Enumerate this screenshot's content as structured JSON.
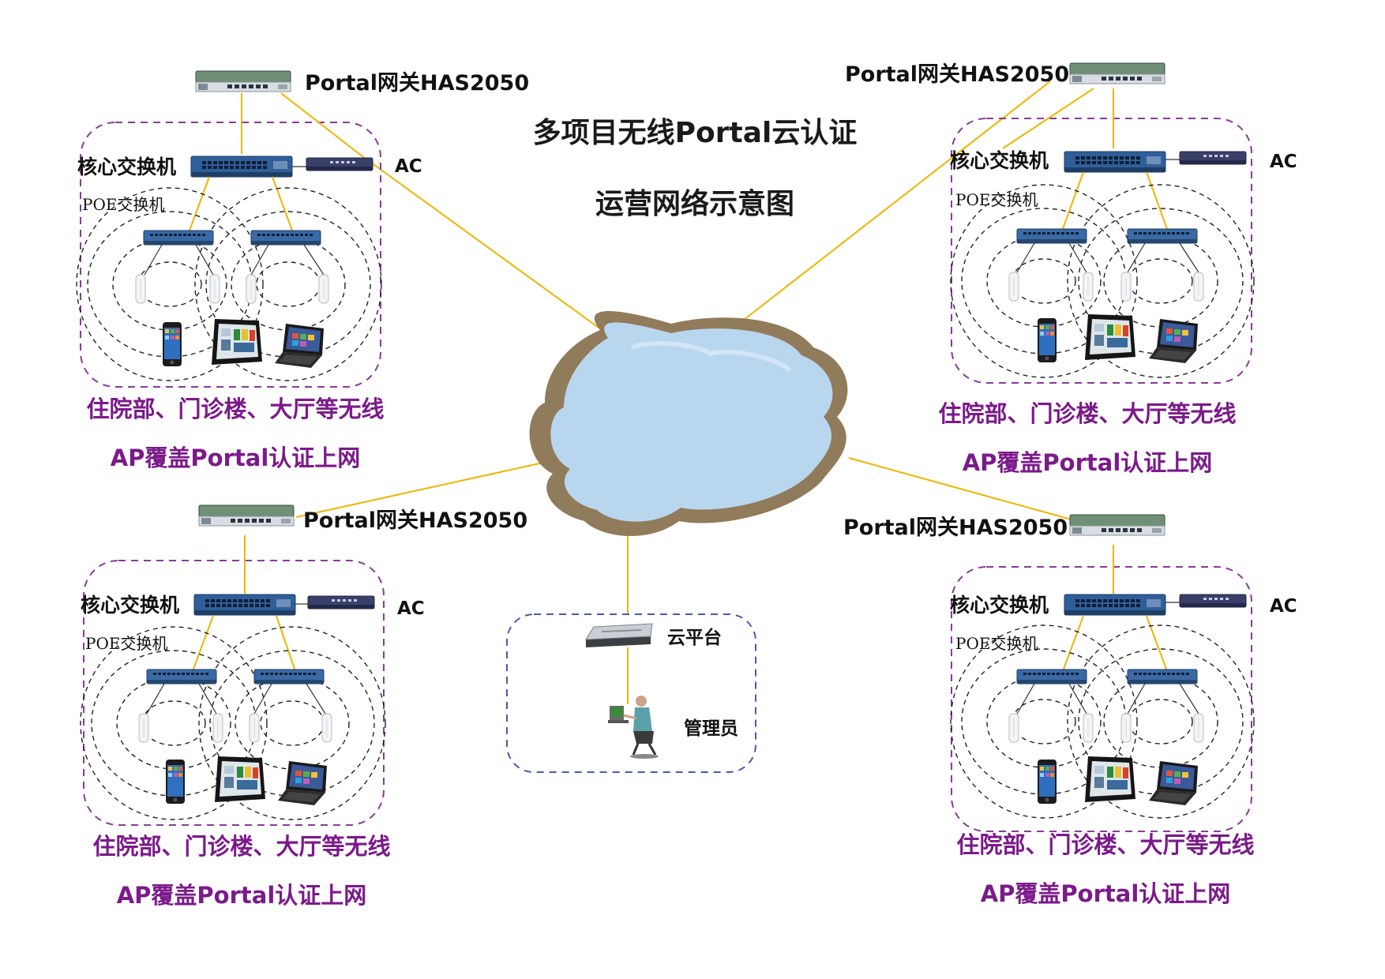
{
  "title": {
    "line1": "多项目无线Portal云认证",
    "line2": "运营网络示意图"
  },
  "sites": [
    {
      "gateway_label": "Portal网关HAS2050",
      "core_label": "核心交换机",
      "poe_label": "POE交换机",
      "ac_label": "AC",
      "caption_line1": "住院部、门诊楼、大厅等无线",
      "caption_line2": "AP覆盖Portal认证上网"
    },
    {
      "gateway_label": "Portal网关HAS2050",
      "core_label": "核心交换机",
      "poe_label": "POE交换机",
      "ac_label": "AC",
      "caption_line1": "住院部、门诊楼、大厅等无线",
      "caption_line2": "AP覆盖Portal认证上网"
    },
    {
      "gateway_label": "Portal网关HAS2050",
      "core_label": "核心交换机",
      "poe_label": "POE交换机",
      "ac_label": "AC",
      "caption_line1": "住院部、门诊楼、大厅等无线",
      "caption_line2": "AP覆盖Portal认证上网"
    },
    {
      "gateway_label": "Portal网关HAS2050",
      "core_label": "核心交换机",
      "poe_label": "POE交换机",
      "ac_label": "AC",
      "caption_line1": "住院部、门诊楼、大厅等无线",
      "caption_line2": "AP覆盖Portal认证上网"
    }
  ],
  "cloud_platform": {
    "platform_label": "云平台",
    "admin_label": "管理员"
  },
  "colors": {
    "link": "#f0b400",
    "caption": "#7b1a8a",
    "zone_border": "#8a3a9a",
    "platform_border": "#4a5aaa",
    "cloud_fill": "#b9d6ef",
    "cloud_edge": "#8a7452"
  },
  "icons": [
    "gateway-device-icon",
    "core-switch-icon",
    "ac-controller-icon",
    "poe-switch-icon",
    "access-point-icon",
    "smartphone-icon",
    "tablet-icon",
    "laptop-icon",
    "cloud-icon",
    "server-icon",
    "administrator-icon"
  ]
}
